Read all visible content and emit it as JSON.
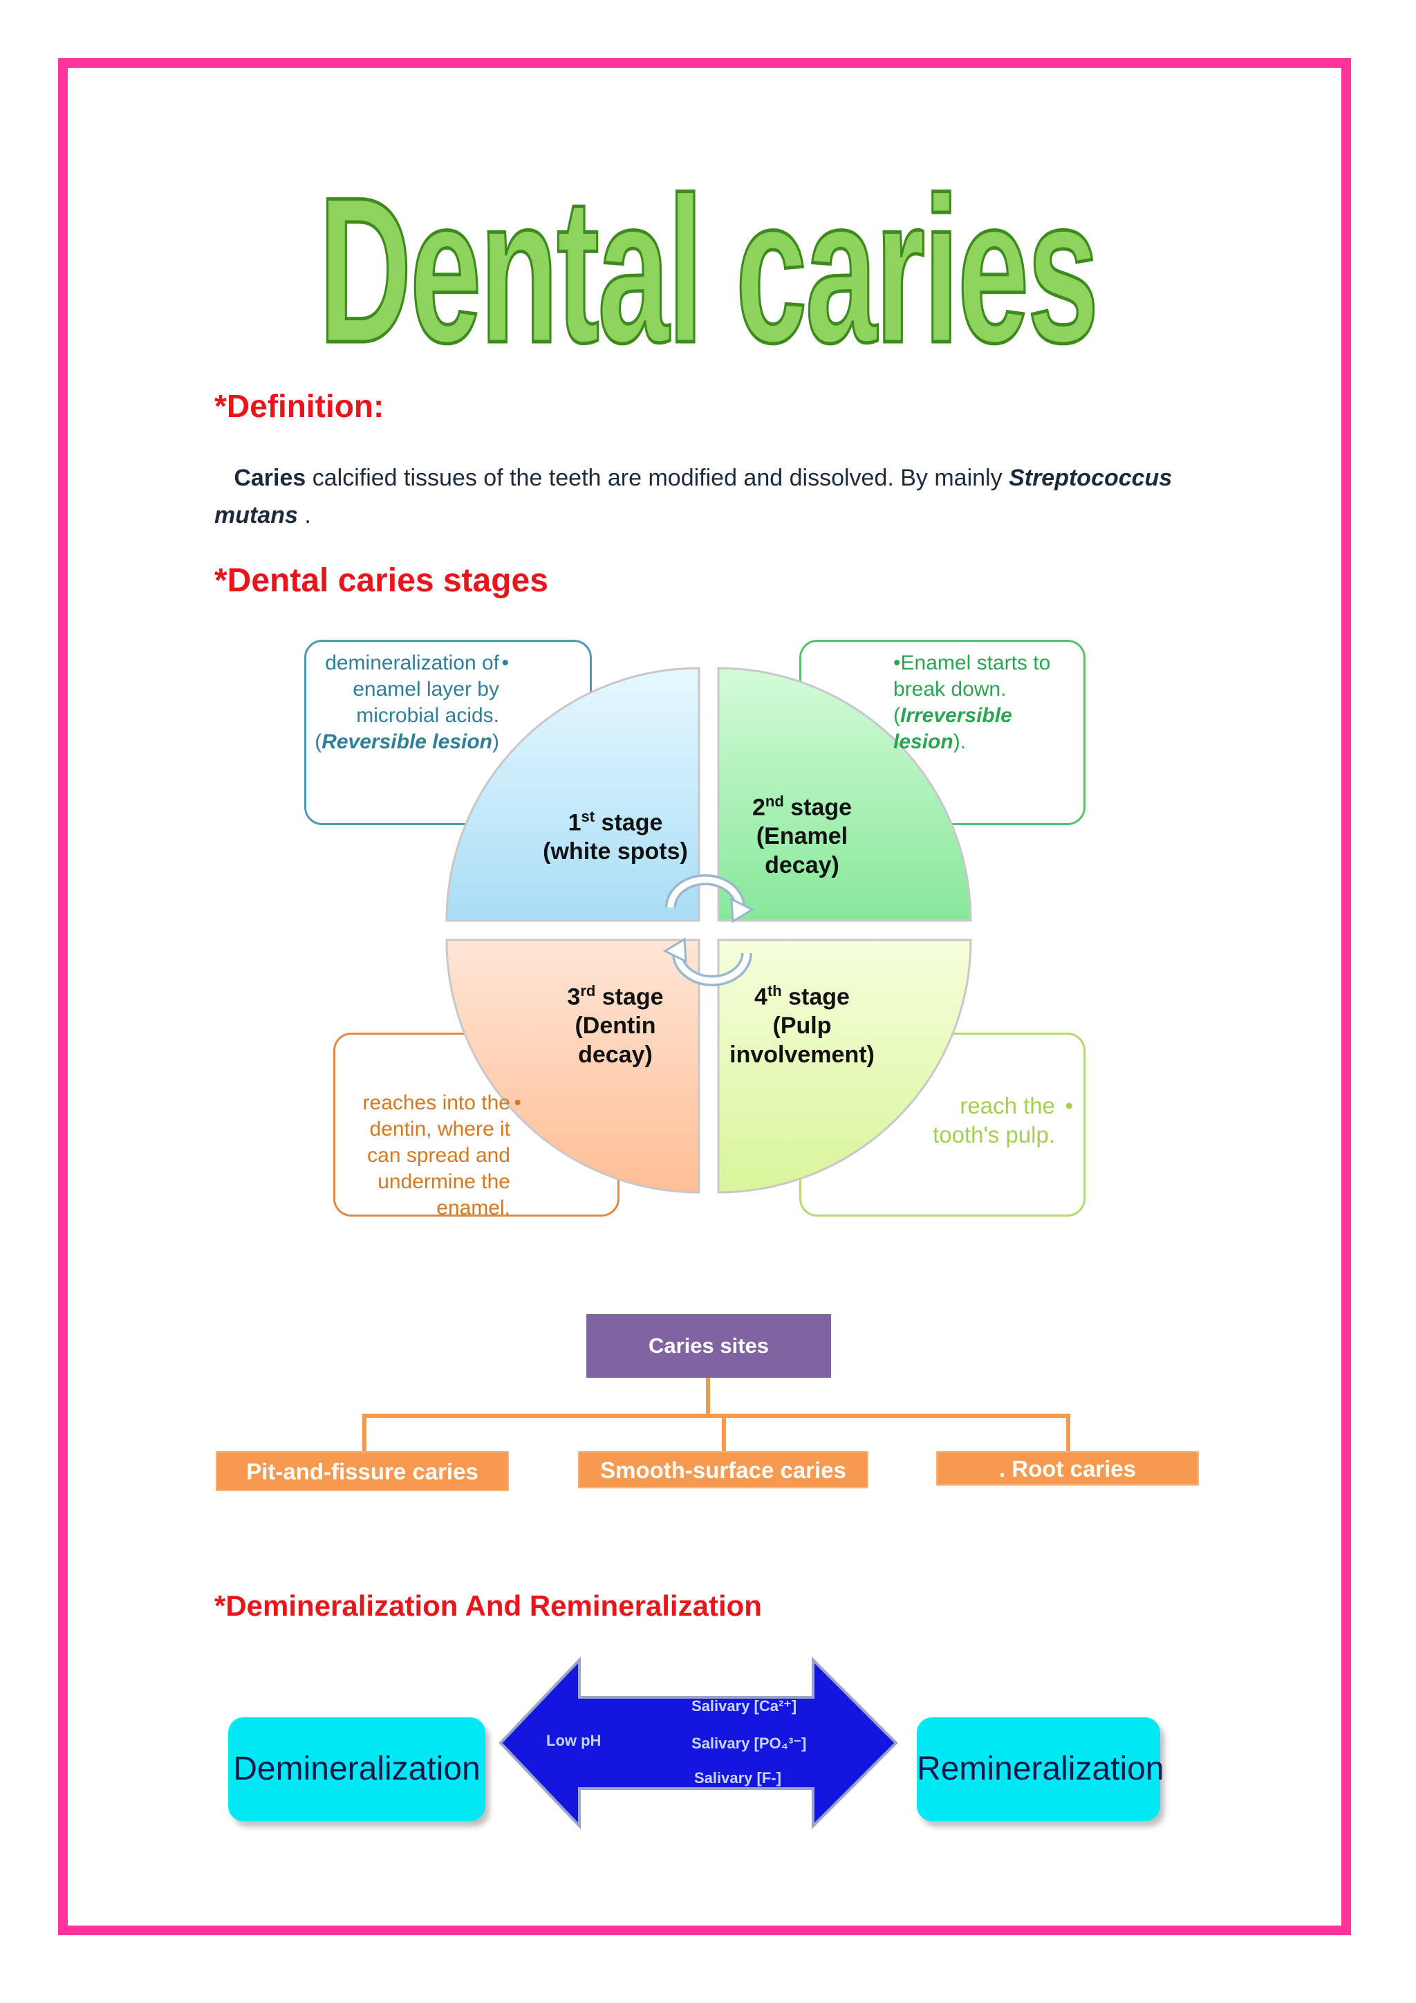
{
  "title": "Dental caries",
  "definition": {
    "heading": "*Definition:",
    "term": "Caries",
    "text": " calcified tissues of the teeth are modified and dissolved. By mainly ",
    "organism": "Streptococcus mutans",
    "end": " ."
  },
  "stages_heading": "*Dental caries stages",
  "stages": [
    {
      "num": "1",
      "sup": "st",
      "word": " stage",
      "sub": "(white spots)"
    },
    {
      "num": "2",
      "sup": "nd",
      "word": " stage",
      "sub": "(Enamel decay)"
    },
    {
      "num": "3",
      "sup": "rd",
      "word": " stage",
      "sub": "(Dentin decay)"
    },
    {
      "num": "4",
      "sup": "th",
      "word": " stage",
      "sub": "(Pulp involvement)"
    }
  ],
  "stage_notes": {
    "s1_main": "demineralization of enamel layer by microbial acids.",
    "s1_bullet": "•",
    "s1_open": "(",
    "s1_em": "Reversible lesion",
    "s1_close": ")",
    "s2_bullet": "•",
    "s2_main": "Enamel starts to break down.",
    "s2_open": "(",
    "s2_em": "Irreversible lesion",
    "s2_close": ").",
    "s3_main": "reaches into the dentin, where it can spread and undermine the enamel.",
    "s3_bullet": "•",
    "s4_main": "reach the tooth's pulp.",
    "s4_bullet": "•"
  },
  "sites": {
    "root": "Caries sites",
    "items": [
      "Pit-and-fissure caries",
      "Smooth-surface caries",
      ". Root caries"
    ]
  },
  "demin_heading": "*Demineralization And Remineralization",
  "demin": {
    "left": "Demineralization",
    "right": "Remineralization",
    "low_ph": "Low pH",
    "sal1": "Salivary [Ca²⁺]",
    "sal2": "Salivary [PO₄³⁻]",
    "sal3": "Salivary [F-]"
  },
  "colors": {
    "border": "#ff3399",
    "heading": "#e8151b",
    "title_fill": "#8fd35f",
    "stage1": "#bfe9fb",
    "stage2": "#a8efb0",
    "stage3": "#ffd2b3",
    "stage4": "#e7f9b8",
    "sites_root": "#8064a2",
    "sites_item": "#f79a4f",
    "cyan": "#00e8f3",
    "arrow": "#1515e0"
  }
}
